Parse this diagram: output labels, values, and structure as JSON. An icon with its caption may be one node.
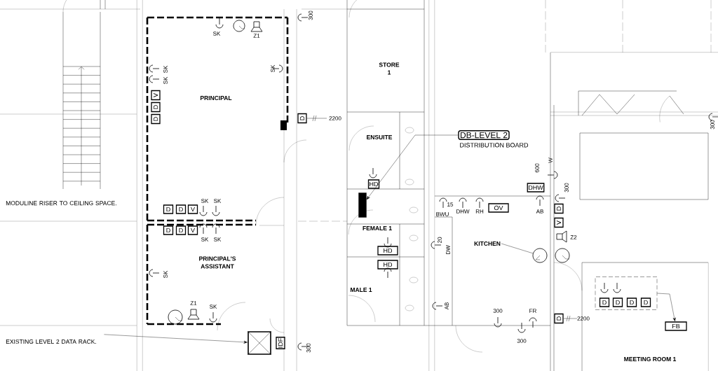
{
  "diagram": {
    "nodes": [
      {
        "text": [
          "DB-LEVEL 2"
        ],
        "beside": [
          "DISTRIBUTION BOARD"
        ]
      },
      {
        "text": [],
        "shape": "box"
      },
      {
        "text": [
          "EXISTING LEVEL 2 DATA RACK."
        ]
      },
      {
        "text": [],
        "shape": "box"
      },
      {
        "text": [
          "KITCHEN"
        ]
      },
      {
        "text": [],
        "shape": "circle"
      },
      {
        "text": [],
        "shape": "box"
      },
      {
        "text": [
          "D"
        ],
        "in": 6
      },
      {
        "text": [
          "D"
        ],
        "in": 6
      },
      {
        "text": [
          "D"
        ],
        "in": 6
      },
      {
        "text": [
          "D"
        ],
        "in": 6
      },
      {
        "text": [
          "FB"
        ]
      },
      {
        "text": [
          "V"
        ]
      },
      {
        "text": [
          "D"
        ]
      },
      {
        "text": [
          "D"
        ]
      },
      {
        "text": [
          "D"
        ]
      },
      {
        "text": [
          "D"
        ]
      },
      {
        "text": [
          "D"
        ]
      },
      {
        "text": [
          "V"
        ]
      },
      {
        "text": [
          "D"
        ]
      },
      {
        "text": [
          "D"
        ]
      },
      {
        "text": [
          "V"
        ]
      },
      {
        "text": [
          "HD"
        ]
      },
      {
        "text": [
          "HD"
        ]
      },
      {
        "text": [
          "HD"
        ]
      },
      {
        "text": [
          "DHW"
        ]
      },
      {
        "text": [
          "OV"
        ]
      },
      {
        "text": [
          "D"
        ]
      },
      {
        "text": [
          "V"
        ]
      },
      {
        "text": [
          "IDF"
        ]
      },
      {
        "text": [
          "D"
        ]
      }
    ],
    "edges": [
      {
        "from": 0,
        "to": 1,
        "arrow": "to"
      },
      {
        "from": 2,
        "to": 3,
        "arrow": "to"
      },
      {
        "from": 4,
        "to": 5,
        "arrow": "none"
      },
      {
        "from": 6,
        "to": 11,
        "arrow": "to"
      }
    ],
    "labels": [
      "SK",
      "Z1",
      "300",
      "SK",
      "SK",
      "SK",
      "PRINCIPAL",
      "STORE 1",
      "ENSUITE",
      "2200",
      "600",
      "W",
      "300",
      "300",
      "MODULINE RISER TO CEILING SPACE.",
      "SK",
      "SK",
      "15",
      "BWU",
      "DHW",
      "RH",
      "AB",
      "FEMALE 1",
      "SK",
      "SK",
      "20",
      "DW",
      "Z2",
      "PRINCIPAL'S ASSISTANT",
      "SK",
      "MALE 1",
      "Z1",
      "SK",
      "AB",
      "300",
      "FR",
      "2200",
      "300",
      "300",
      "MEETING ROOM 1"
    ]
  }
}
